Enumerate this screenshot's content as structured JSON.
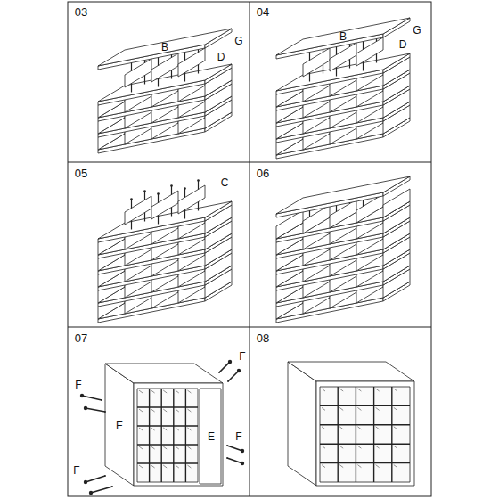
{
  "diagram": {
    "labels": [
      "03",
      "B",
      "G",
      "D",
      "04",
      "B",
      "G",
      "D",
      "05",
      "C",
      "06",
      "07",
      "F",
      "F",
      "E",
      "E",
      "F",
      "F",
      "08"
    ]
  }
}
